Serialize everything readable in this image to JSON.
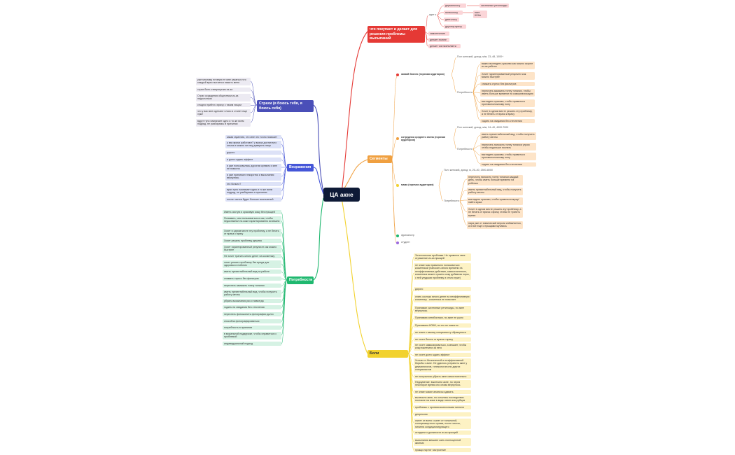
{
  "center": "ЦА акне",
  "colors": {
    "red": "#e53935",
    "orange": "#f0a040",
    "yellow": "#f2d22e",
    "blue": "#4556d8",
    "purple": "#4a4fb8",
    "green": "#1fb86f"
  },
  "red_branch": {
    "title": "что покупает и делает для решения проблемы высыпаний",
    "go": "идет к",
    "go_to": [
      "дерматологу",
      "гинекологу",
      "диетологу",
      "другому врачу"
    ],
    "derm_sub": "системные ретиноиды",
    "gyn_sub": "пьет КОКи",
    "other": [
      "самолечение",
      "делает пилинг",
      "делает чистки/пилинги"
    ]
  },
  "segments": {
    "title": "Сегменты",
    "s1": {
      "title": "живой бизнес (горячая аудитория)",
      "portrait": "Пол: женский, доход: м/м, 23–48, 1000+",
      "needs_label": "Потребности",
      "needs": [
        "важно выглядеть красиво как можно скорее из-за работы",
        "Хочет гарантированный результат как можно быстрее",
        "снижать стресс без фильтров",
        "перестать замазать тонну тоналки, чтобы иметь больше времени на самореализацию",
        "выглядеть красиво, чтобы нравиться противоположному полу",
        "Хочет в одном месте решить эту проблему, а не бегать от врача к врачу",
        "ходить на свидания без стеснения"
      ]
    },
    "s2": {
      "title": "сотрудник среднего звена (горячая аудитория)",
      "portrait": "Пол: женский, доход: м/м, 24–40, 4000-7000",
      "needs_label": "Потребности",
      "needs": [
        "иметь презентабельный вид, чтобы получить работу мечты",
        "перестать наносить тонну тоналки утром чтобы подольше поспать",
        "выглядеть красиво, чтобы нравиться противоположному полу",
        "ходить на свидания без стеснения"
      ]
    },
    "s3": {
      "title": "мама (горячая аудитория)",
      "portrait": "Пол: женский, доход: м, 25–40, 2500-8000",
      "needs_label": "Потребности",
      "needs": [
        "перестать наносить тонну тоналки каждый день, чтобы иметь больше времени на ребенка",
        "иметь презентабельный вид, чтобы получить работу мечты",
        "выглядеть красиво, чтобы нравиться мужу/найти мужа",
        "Хочет в одном месте решить эту проблему, а не бегать от врача к врачу чтобы не тратить время",
        "пара уже от химической версии избавляется, а я все еще с прыщами мучаюсь"
      ]
    },
    "s4": "фрилансер",
    "s5": "студент"
  },
  "pains": {
    "title": "Боли",
    "items": [
      "Эстетическая проблема. Не нравится свое отражение из-за прыщей",
      "не знают как правильно пользоваться косметикой (наносить много времени на неэффективные действия, самостоятельно, косметика может сушить кожу добавляя поры, с ней ухудшая проблему и стало хуже)",
      "дорого",
      "спить сколько много денег на неэффективную косметику - косметика не помогает",
      "Принимал системные ретиноиды, но акне вернулось",
      "Принимаю антибиотики, но акне не ушло",
      "Принимала КОКИ, но это не помогло",
      "не знает к какому специалисту обращаться",
      "не хочет бегать от врача к врачу",
      "не хочет замаскироваться, а мешает, чтобы кожу вылечили за него",
      "не хочет долго ждать эффект",
      "Устали от бесконечной и неэффективной борьбы с акне. Не удалось устранить акне у дерматологов, гинекологов или других специалистов",
      "не получалось убрать акне самостоятельно",
      "Недоумение: вылечили акне, но через некоторое время оно снова вернулось",
      "не знают какие анализы сдавать",
      "вылечило акне, но остались последствия: постакне на коже в виде пятен или рубцов",
      "проблемы с противозачаточными пилюли",
      "депрессия",
      "сыпет от всего: сыпет от тональной, солнцезащитного крема, после чисток, пилинга кондиционирующего",
      "отгадали о должности из-за прыщей",
      "высыпания мешают жить полноценной жизнью",
      "прыщи портят настроение"
    ]
  },
  "fears": {
    "title": "Страхи (я боюсь тебя, я боюсь себя)",
    "items": [
      "уже многому не верю те мне казаться что каждый врач пытается нажить меня",
      "страх быть отвергнутым из-за",
      "Страх осуждения обществом из-за недостатков",
      "стыдно прийти к врачу с таким лицом",
      "что у вас мне сделают плохо и станет еще хуже",
      "вдруг тупо назначает одно и то же всем подряд, не разбираясь в причинах"
    ]
  },
  "objections": {
    "title": "Возражения",
    "items": [
      "какая гарантия, что мне это точно поможет",
      "у вас врачи работают? у врача достаточно опыта и можно ли ему доверить лицо",
      "дорого",
      "а долго ждать эффект",
      "я уже пользовалась дорогим кремом и мне не помогло",
      "я уже принимал лекарства и высыпания вернулись",
      "это больно?",
      "врач тупо назначает одно и то же всем подряд, не разбираясь в причинах",
      "после чистки будет больше воспалений"
    ]
  },
  "needs": {
    "title": "Потребности",
    "items": [
      "Иметь чистую и красивую кожу без прыщей",
      "Понимать, чем пользоваться и как, чтобы недоставлял на коже гарантированно исчезали",
      "Хочет в одном месте эту проблему, а не бегать от врача к врачу",
      "Хочет решить проблему дешево",
      "Хочет гарантированный результат как можно быстрее",
      "Не хочет тратить много денег на косметику",
      "хочет решить проблему без вреда для здоровья и побочек",
      "иметь презентабельный вид на работе",
      "снимать стресс без фильтров",
      "перестать замазать тонну тоналки",
      "иметь презентабельный вид, чтобы получить работу мечты",
      "убрать высыпания раз и навсегда",
      "ходить на свидания без стеснения",
      "перестать фотошопить фотографии долго",
      "способна фотографироваться",
      "потребность в принятии",
      "в моральной поддержке, чтобы справиться с проблемой",
      "индивидуальный подход"
    ]
  }
}
